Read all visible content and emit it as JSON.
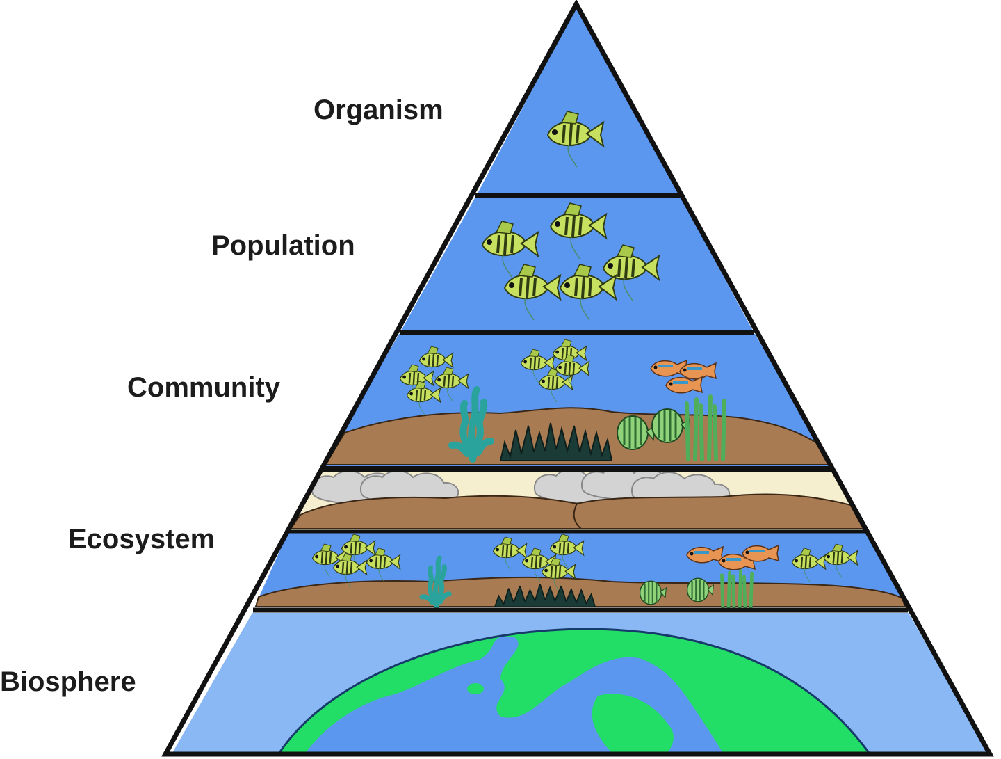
{
  "diagram": {
    "levels": [
      {
        "id": "organism",
        "label": "Organism"
      },
      {
        "id": "population",
        "label": "Population"
      },
      {
        "id": "community",
        "label": "Community"
      },
      {
        "id": "ecosystem",
        "label": "Ecosystem"
      },
      {
        "id": "biosphere",
        "label": "Biosphere"
      }
    ],
    "colors": {
      "water": "#5c97ef",
      "water_light": "#8ab8f5",
      "sand": "#a97b52",
      "sky": "#f6efcf",
      "cloud": "#d3d3d3",
      "land": "#22dd66",
      "outline": "#111111",
      "fish_body": "#c8e060",
      "plant_teal": "#2aa39d",
      "plant_dark": "#1b3b36",
      "grass": "#4fae5a"
    }
  }
}
